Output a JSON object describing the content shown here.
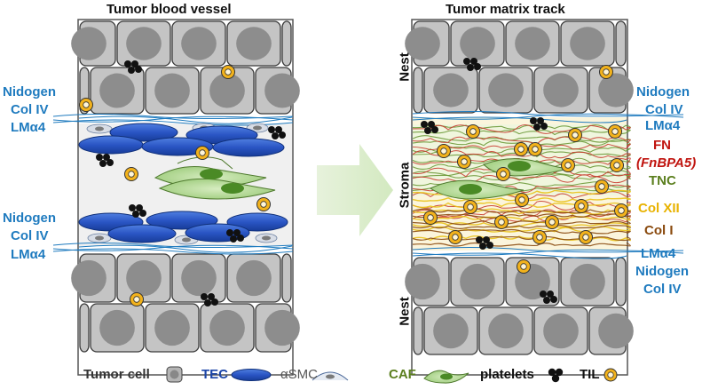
{
  "titles": {
    "left": "Tumor blood vessel",
    "right": "Tumor matrix track"
  },
  "left_labels": {
    "upper": [
      "Nidogen",
      "Col IV",
      "LMα4"
    ],
    "lower": [
      "Nidogen",
      "Col IV",
      "LMα4"
    ]
  },
  "right_labels": {
    "upper_nidogen": "Nidogen",
    "upper_col4": "Col IV",
    "upper_lm": "LMα4",
    "fn": "FN",
    "fnbpa5": "(FnBPA5)",
    "tnc": "TNC",
    "col12": "Col XII",
    "col1": "Col I",
    "lower_lm": "LMα4",
    "lower_nidogen": "Nidogen",
    "lower_col4": "Col IV"
  },
  "region_labels": {
    "nest_top": "Nest",
    "stroma": "Stroma",
    "nest_bottom": "Nest"
  },
  "legend": {
    "tumor_cell": "Tumor cell",
    "tec": "TEC",
    "asmc": "αSMC",
    "caf": "CAF",
    "platelets": "platelets",
    "til": "TIL"
  },
  "colors": {
    "blue_label": "#1f7bbf",
    "fn": "#c0140f",
    "tnc": "#5b7f1e",
    "col12": "#e8b200",
    "col1": "#8a4a0e",
    "tec": "#1b45a8",
    "caf": "#7fb55a",
    "til": "#e8a010"
  }
}
